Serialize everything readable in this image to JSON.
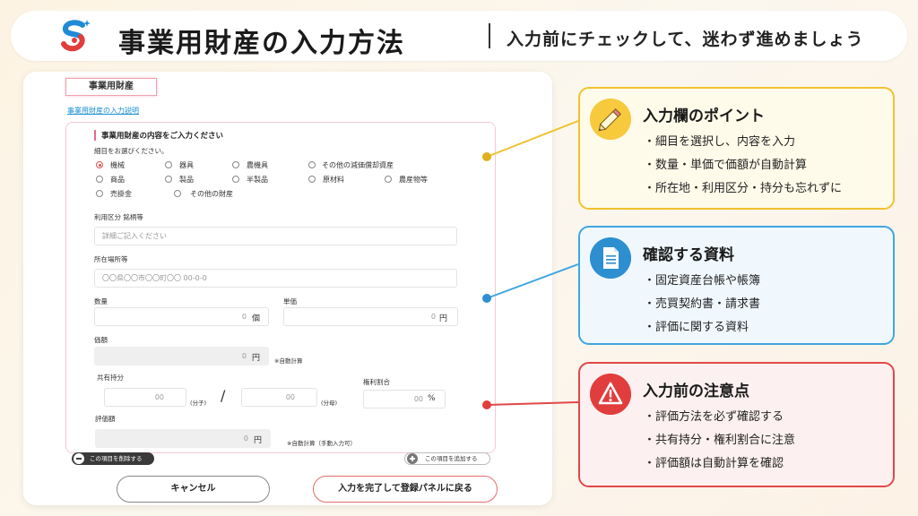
{
  "header": {
    "title": "事業用財産の入力方法",
    "subtitle": "入力前にチェックして、迷わず進めましょう"
  },
  "form": {
    "tab_label": "事業用財産",
    "help_link": "事業用財産の入力説明",
    "section_title": "事業用財産の内容をご入力ください",
    "select_prompt": "細目をお選びください。",
    "radio_options": [
      "機械",
      "器具",
      "農機具",
      "その他の減価償却資産",
      "商品",
      "製品",
      "半製品",
      "原材料",
      "農産物等",
      "売掛金",
      "その他の財産"
    ],
    "selected_option": "機械",
    "usage_label": "利用区分 銘柄等",
    "usage_placeholder": "詳細ご記入ください",
    "location_label": "所在場所等",
    "location_placeholder": "〇〇県〇〇市〇〇町〇〇 00-0-0",
    "quantity_label": "数量",
    "quantity_value": "0",
    "quantity_unit": "個",
    "unit_price_label": "単価",
    "unit_price_value": "0",
    "unit_price_unit": "円",
    "price_label": "価額",
    "price_value": "0",
    "price_unit": "円",
    "price_note": "※自動計算",
    "share_label": "共有持分",
    "share_numerator": "00",
    "share_numerator_unit": "(分子)",
    "share_denominator": "00",
    "share_denominator_unit": "(分母)",
    "share_slash": "/",
    "rights_label": "権利割合",
    "rights_value": "00",
    "rights_unit": "%",
    "valuation_label": "評価額",
    "valuation_value": "0",
    "valuation_unit": "円",
    "valuation_note": "※自動計算（手動入力可）",
    "delete_button": "この項目を削除する",
    "add_button": "この項目を追加する",
    "cancel_button": "キャンセル",
    "complete_button": "入力を完了して登録パネルに戻る"
  },
  "panels": [
    {
      "title": "入力欄のポイント",
      "icon": "pencil-icon",
      "items": [
        "細目を選択し、内容を入力",
        "数量・単価で価額が自動計算",
        "所在地・利用区分・持分も忘れずに"
      ]
    },
    {
      "title": "確認する資料",
      "icon": "document-icon",
      "items": [
        "固定資産台帳や帳簿",
        "売買契約書・請求書",
        "評価に関する資料"
      ]
    },
    {
      "title": "入力前の注意点",
      "icon": "warning-icon",
      "items": [
        "評価方法を必ず確認する",
        "共有持分・権利割合に注意",
        "評価額は自動計算を確認"
      ]
    }
  ],
  "colors": {
    "accent_yellow": "#f0c22e",
    "accent_blue": "#3fa7df",
    "accent_red": "#e04848"
  }
}
